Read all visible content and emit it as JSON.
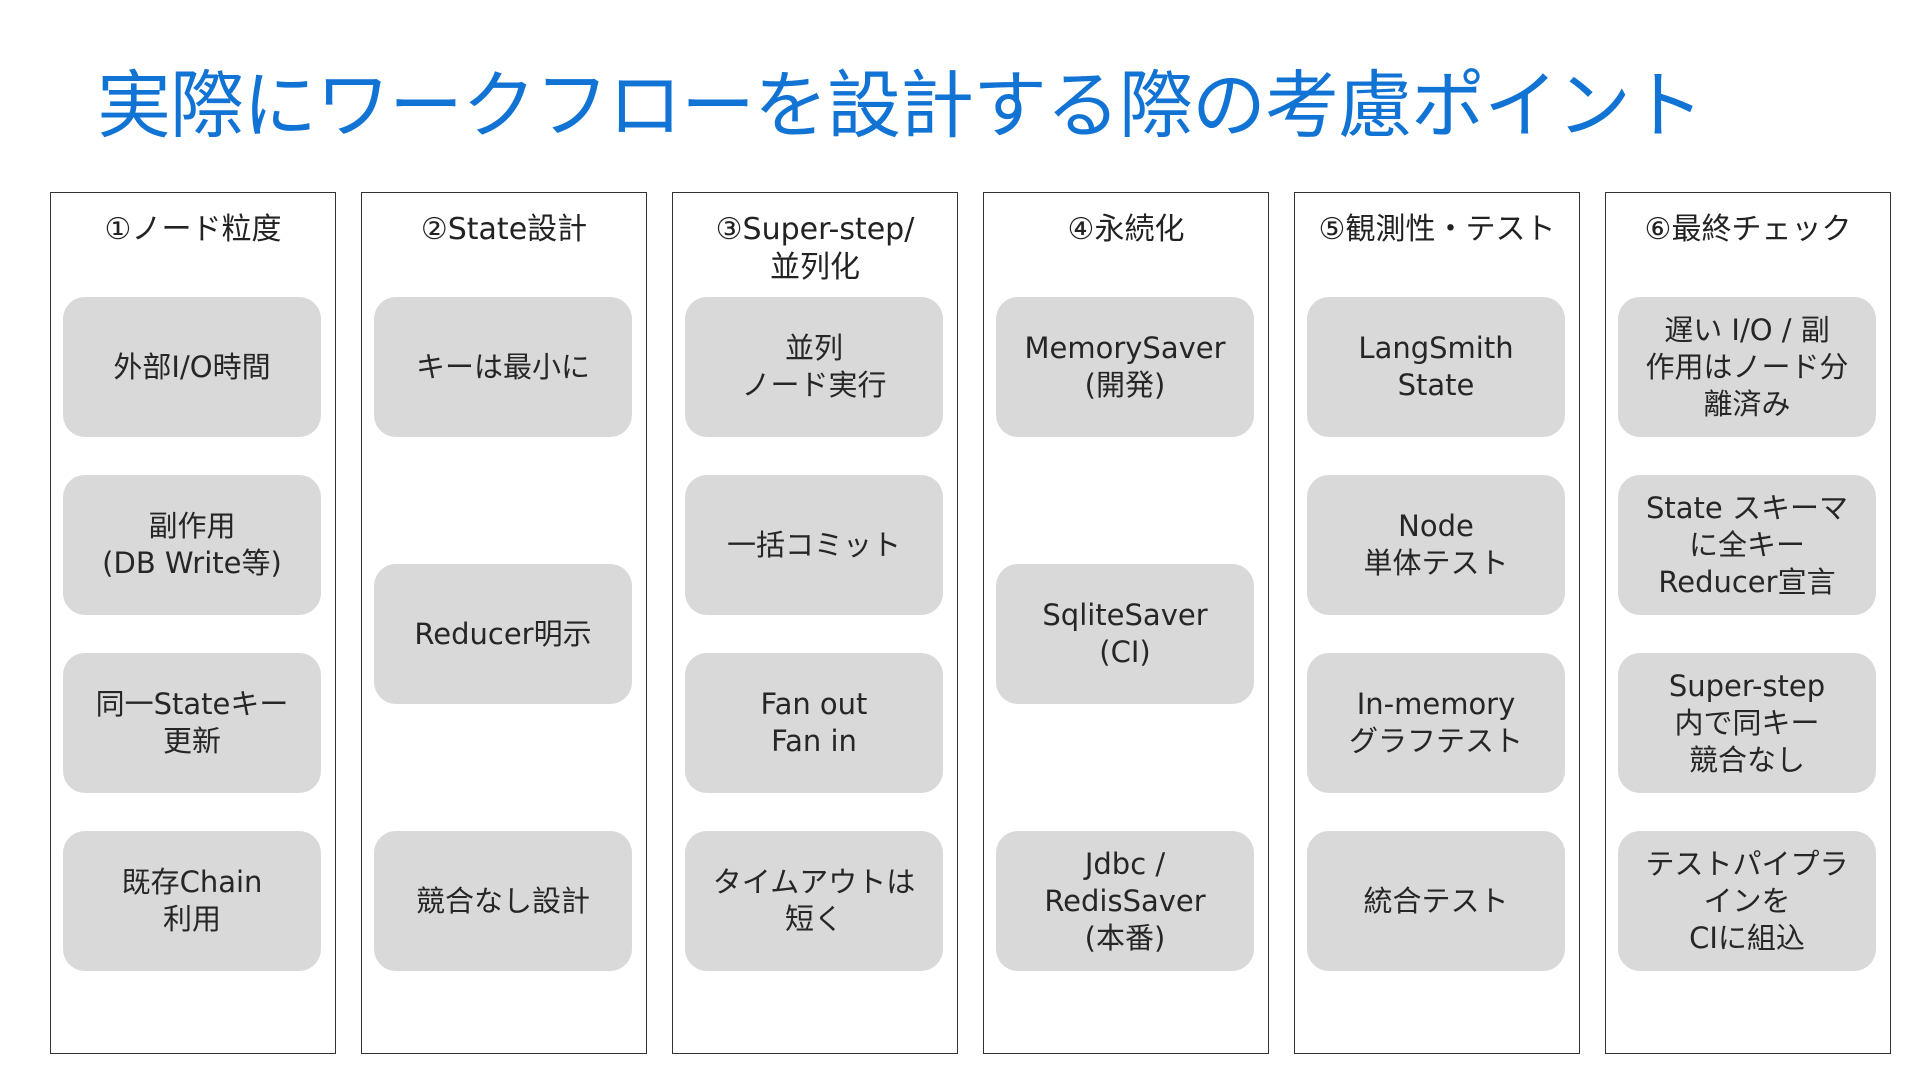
{
  "title": "実際にワークフローを設計する際の考慮ポイント",
  "columns": [
    {
      "heading": "①ノード粒度",
      "cards": [
        {
          "text": "外部I/O時間"
        },
        {
          "text": "副作用\n(DB Write等)"
        },
        {
          "text": "同一Stateキー\n更新"
        },
        {
          "text": "既存Chain\n利用"
        }
      ]
    },
    {
      "heading": "②State設計",
      "cards": [
        {
          "text": "キーは最小に"
        },
        {
          "text": "Reducer明示"
        },
        {
          "text": "競合なし設計"
        }
      ]
    },
    {
      "heading": "③Super-step/\n並列化",
      "cards": [
        {
          "text": "並列\nノード実行"
        },
        {
          "text": "一括コミット"
        },
        {
          "text": "Fan out\nFan in"
        },
        {
          "text": "タイムアウトは\n短く"
        }
      ]
    },
    {
      "heading": "④永続化",
      "cards": [
        {
          "text": "MemorySaver\n(開発)"
        },
        {
          "text": "SqliteSaver\n(CI)"
        },
        {
          "text": "Jdbc /\nRedisSaver\n(本番)"
        }
      ]
    },
    {
      "heading": "⑤観測性・テスト",
      "cards": [
        {
          "text": "LangSmith\nState"
        },
        {
          "text": "Node\n単体テスト"
        },
        {
          "text": "In-memory\nグラフテスト"
        },
        {
          "text": "統合テスト"
        }
      ]
    },
    {
      "heading": "⑥最終チェック",
      "cards": [
        {
          "text": "遅い I/O / 副\n作用はノード分\n離済み"
        },
        {
          "text": "State スキーマ\nに全キー\nReducer宣言"
        },
        {
          "text": "Super-step\n内で同キー\n競合なし"
        },
        {
          "text": "テストパイプラ\nインを\nCIに組込"
        }
      ]
    }
  ]
}
